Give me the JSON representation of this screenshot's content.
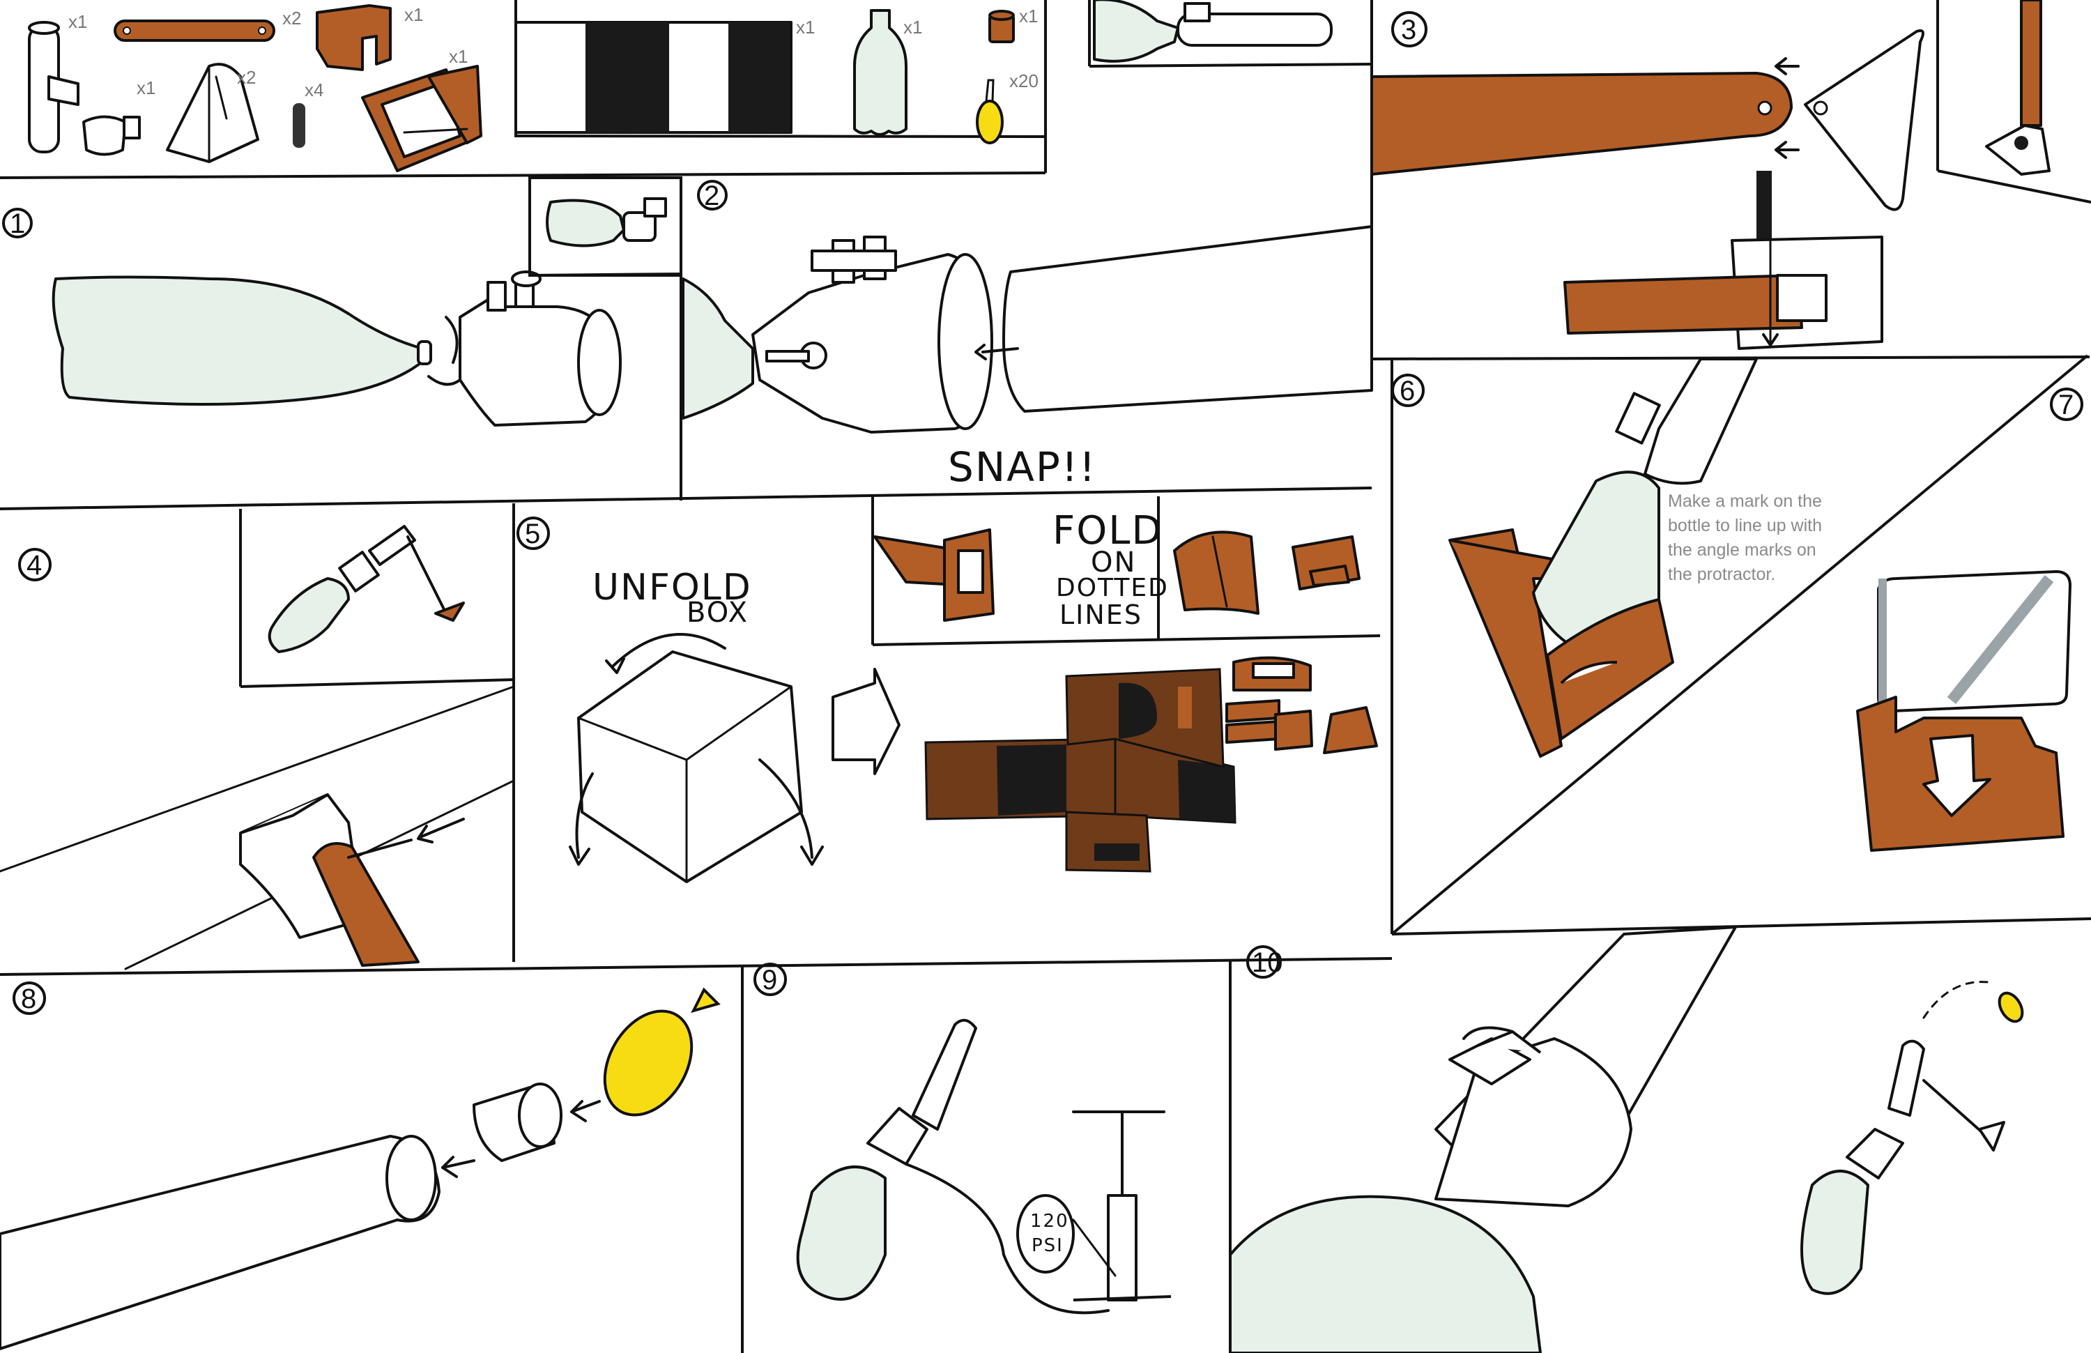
{
  "colors": {
    "bottle": "#e6f1ea",
    "cardboard": "#b35e27",
    "dark_cardboard": "#6f3b19",
    "balloon": "#f7dc14",
    "ink": "#111111"
  },
  "parts": [
    {
      "quantity": "x1",
      "icon": "pipe-with-clamp-icon"
    },
    {
      "quantity": "x2",
      "icon": "cardboard-strip-icon"
    },
    {
      "quantity": "x1",
      "icon": "cardboard-bracket-icon"
    },
    {
      "quantity": "x1",
      "icon": "bottle-cap-adapter-icon"
    },
    {
      "quantity": "x2",
      "icon": "cardboard-wedge-icon"
    },
    {
      "quantity": "x4",
      "icon": "peg-icon"
    },
    {
      "quantity": "x1",
      "icon": "launcher-stand-icon"
    },
    {
      "quantity": "x1",
      "icon": "striped-sheet-icon"
    },
    {
      "quantity": "x1",
      "icon": "plastic-bottle-icon"
    },
    {
      "quantity": "x1",
      "icon": "cork-icon"
    },
    {
      "quantity": "x20",
      "icon": "balloon-icon"
    }
  ],
  "steps": [
    {
      "number": "1",
      "caption": ""
    },
    {
      "number": "2",
      "caption": "SNAP!!"
    },
    {
      "number": "3",
      "caption": ""
    },
    {
      "number": "4",
      "caption": ""
    },
    {
      "number": "5",
      "caption_a": "UNFOLD",
      "caption_b": "BOX",
      "caption_c": [
        "FOLD",
        "ON",
        "DOTTED",
        "LINES"
      ]
    },
    {
      "number": "6",
      "caption": ""
    },
    {
      "number": "7",
      "caption": ""
    },
    {
      "number": "8",
      "caption": ""
    },
    {
      "number": "9",
      "caption": "",
      "gauge_value": "120",
      "gauge_unit": "PSI"
    },
    {
      "number": "10",
      "caption": ""
    }
  ],
  "note_step6": [
    "Make a mark on the",
    "bottle to line up with",
    "the angle marks on",
    "the protractor."
  ]
}
